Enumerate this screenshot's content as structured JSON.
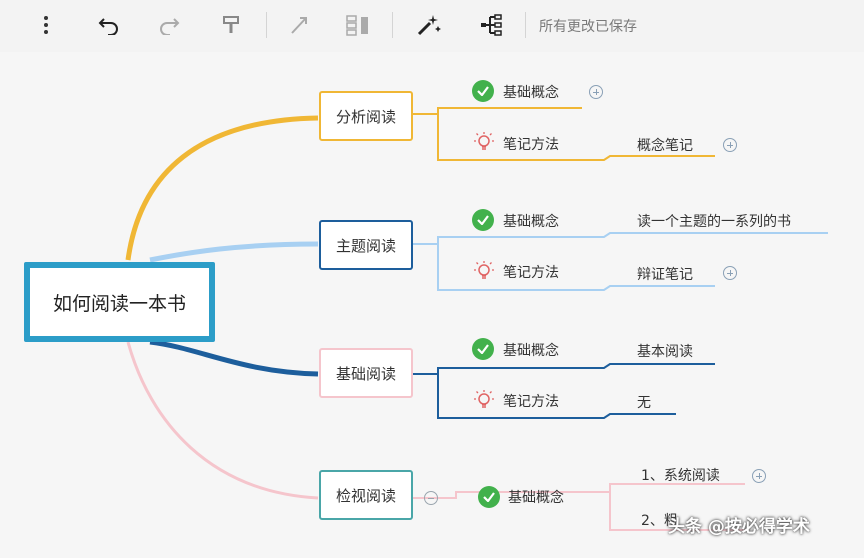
{
  "toolbar": {
    "save_status": "所有更改已保存",
    "buttons": [
      "more-vertical-icon",
      "undo-icon",
      "redo-icon",
      "format-painter-icon",
      "relationship-icon",
      "summary-icon",
      "magic-wand-icon",
      "structure-icon"
    ]
  },
  "map": {
    "central": "如何阅读一本书",
    "branches": [
      {
        "label": "分析阅读",
        "color": "#f0b735",
        "children": [
          {
            "label": "基础概念",
            "value": "",
            "collapsed": true
          },
          {
            "label": "笔记方法",
            "value": "概念笔记",
            "value_collapsed": true
          }
        ]
      },
      {
        "label": "主题阅读",
        "color": "#a8d0f2",
        "children": [
          {
            "label": "基础概念",
            "value": "读一个主题的一系列的书"
          },
          {
            "label": "笔记方法",
            "value": "辩证笔记",
            "value_collapsed": true
          }
        ]
      },
      {
        "label": "基础阅读",
        "color": "#1d5e9c",
        "children": [
          {
            "label": "基础概念",
            "value": "基本阅读"
          },
          {
            "label": "笔记方法",
            "value": "无"
          }
        ]
      },
      {
        "label": "检视阅读",
        "color": "#f5c5cc",
        "children": [
          {
            "label": "基础概念",
            "items": [
              "1、系统阅读",
              "2、粗"
            ]
          }
        ]
      }
    ]
  },
  "watermark": "头条 @按必得学术",
  "colors": {
    "central_border": "#2c9dc8",
    "check": "#42b14c",
    "bulb": "#e06464"
  }
}
